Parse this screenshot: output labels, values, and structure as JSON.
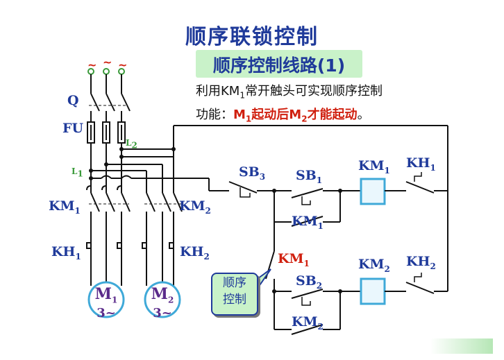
{
  "title": "顺序联锁控制",
  "subtitle": "顺序控制线路(1)",
  "description": {
    "line1_pre": "利用KM",
    "line1_sub": "1",
    "line1_post": "常开触头可实现顺序控制",
    "line2_pre": "功能：",
    "line2_hl_1": "M",
    "line2_hl_sub1": "1",
    "line2_hl_2": "起动后M",
    "line2_hl_sub2": "2",
    "line2_hl_3": "才能起动",
    "line2_end": "。"
  },
  "callout": {
    "line1": "顺序",
    "line2": "控制"
  },
  "labels": {
    "Q": "Q",
    "FU": "FU",
    "L1": "L",
    "L1_sub": "1",
    "L2": "L",
    "L2_sub": "2",
    "KM1_main": "KM",
    "KM1_main_sub": "1",
    "KM2_main": "KM",
    "KM2_main_sub": "2",
    "KH1_main": "KH",
    "KH1_main_sub": "1",
    "KH2_main": "KH",
    "KH2_main_sub": "2",
    "SB3": "SB",
    "SB3_sub": "3",
    "SB1": "SB",
    "SB1_sub": "1",
    "SB2": "SB",
    "SB2_sub": "2",
    "KM1_hold": "KM",
    "KM1_hold_sub": "1",
    "KM2_hold": "KM",
    "KM2_hold_sub": "2",
    "KM1_coil": "KM",
    "KM1_coil_sub": "1",
    "KM2_coil": "KM",
    "KM2_coil_sub": "2",
    "KH1_ctrl": "KH",
    "KH1_ctrl_sub": "1",
    "KH2_ctrl": "KH",
    "KH2_ctrl_sub": "2",
    "KM1_seq": "KM",
    "KM1_seq_sub": "1"
  },
  "motors": [
    {
      "name": "M",
      "sub": "1",
      "phase": "3~"
    },
    {
      "name": "M",
      "sub": "2",
      "phase": "3~"
    }
  ],
  "supply_symbol": "~",
  "colors": {
    "line": "#111111",
    "label": "#1f3a9a",
    "accent": "#d0200f",
    "coil": "#3fa9d8",
    "motor": "#3fa9d8",
    "box": "#c9f2c9",
    "tap": "#3a9a3a"
  }
}
